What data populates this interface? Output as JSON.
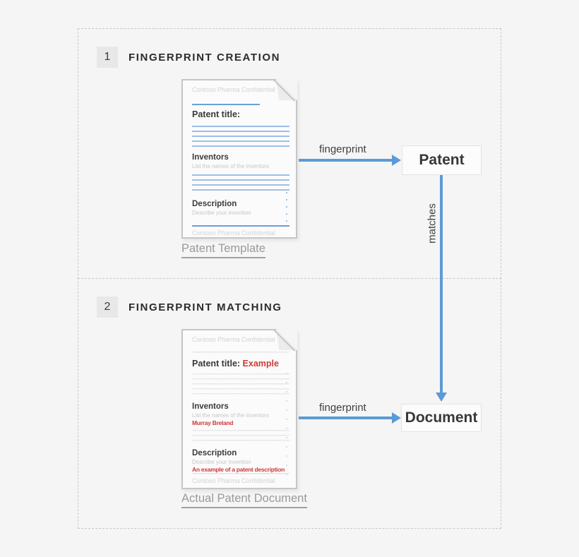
{
  "colors": {
    "accent_blue": "#5b9bd5",
    "accent_red": "#cf3a3a",
    "background": "#f5f5f5"
  },
  "sections": [
    {
      "number": "1",
      "title": "FINGERPRINT CREATION"
    },
    {
      "number": "2",
      "title": "FINGERPRINT MATCHING"
    }
  ],
  "template_doc": {
    "header": "Contoso Pharma Confidential",
    "patent_title_label": "Patent title:",
    "inventors_label": "Inventors",
    "inventors_hint": "List the names of the inventors",
    "description_label": "Description",
    "description_hint": "Describe your invention",
    "footer": "Contoso Pharma Confidential",
    "caption": "Patent Template"
  },
  "actual_doc": {
    "header": "Contoso Pharma Confidential",
    "patent_title_label": "Patent title:",
    "patent_title_value": "Example",
    "inventors_label": "Inventors",
    "inventors_hint": "List the names of the inventors",
    "inventors_value": "Murray Breland",
    "description_label": "Description",
    "description_hint": "Describe your invention",
    "description_value": "An example of a patent description",
    "footer": "Contoso Pharma Confidential",
    "caption": "Actual Patent Document"
  },
  "flow": {
    "fingerprint_label_1": "fingerprint",
    "fingerprint_label_2": "fingerprint",
    "matches_label": "matches",
    "patent_node": "Patent",
    "document_node": "Document"
  }
}
